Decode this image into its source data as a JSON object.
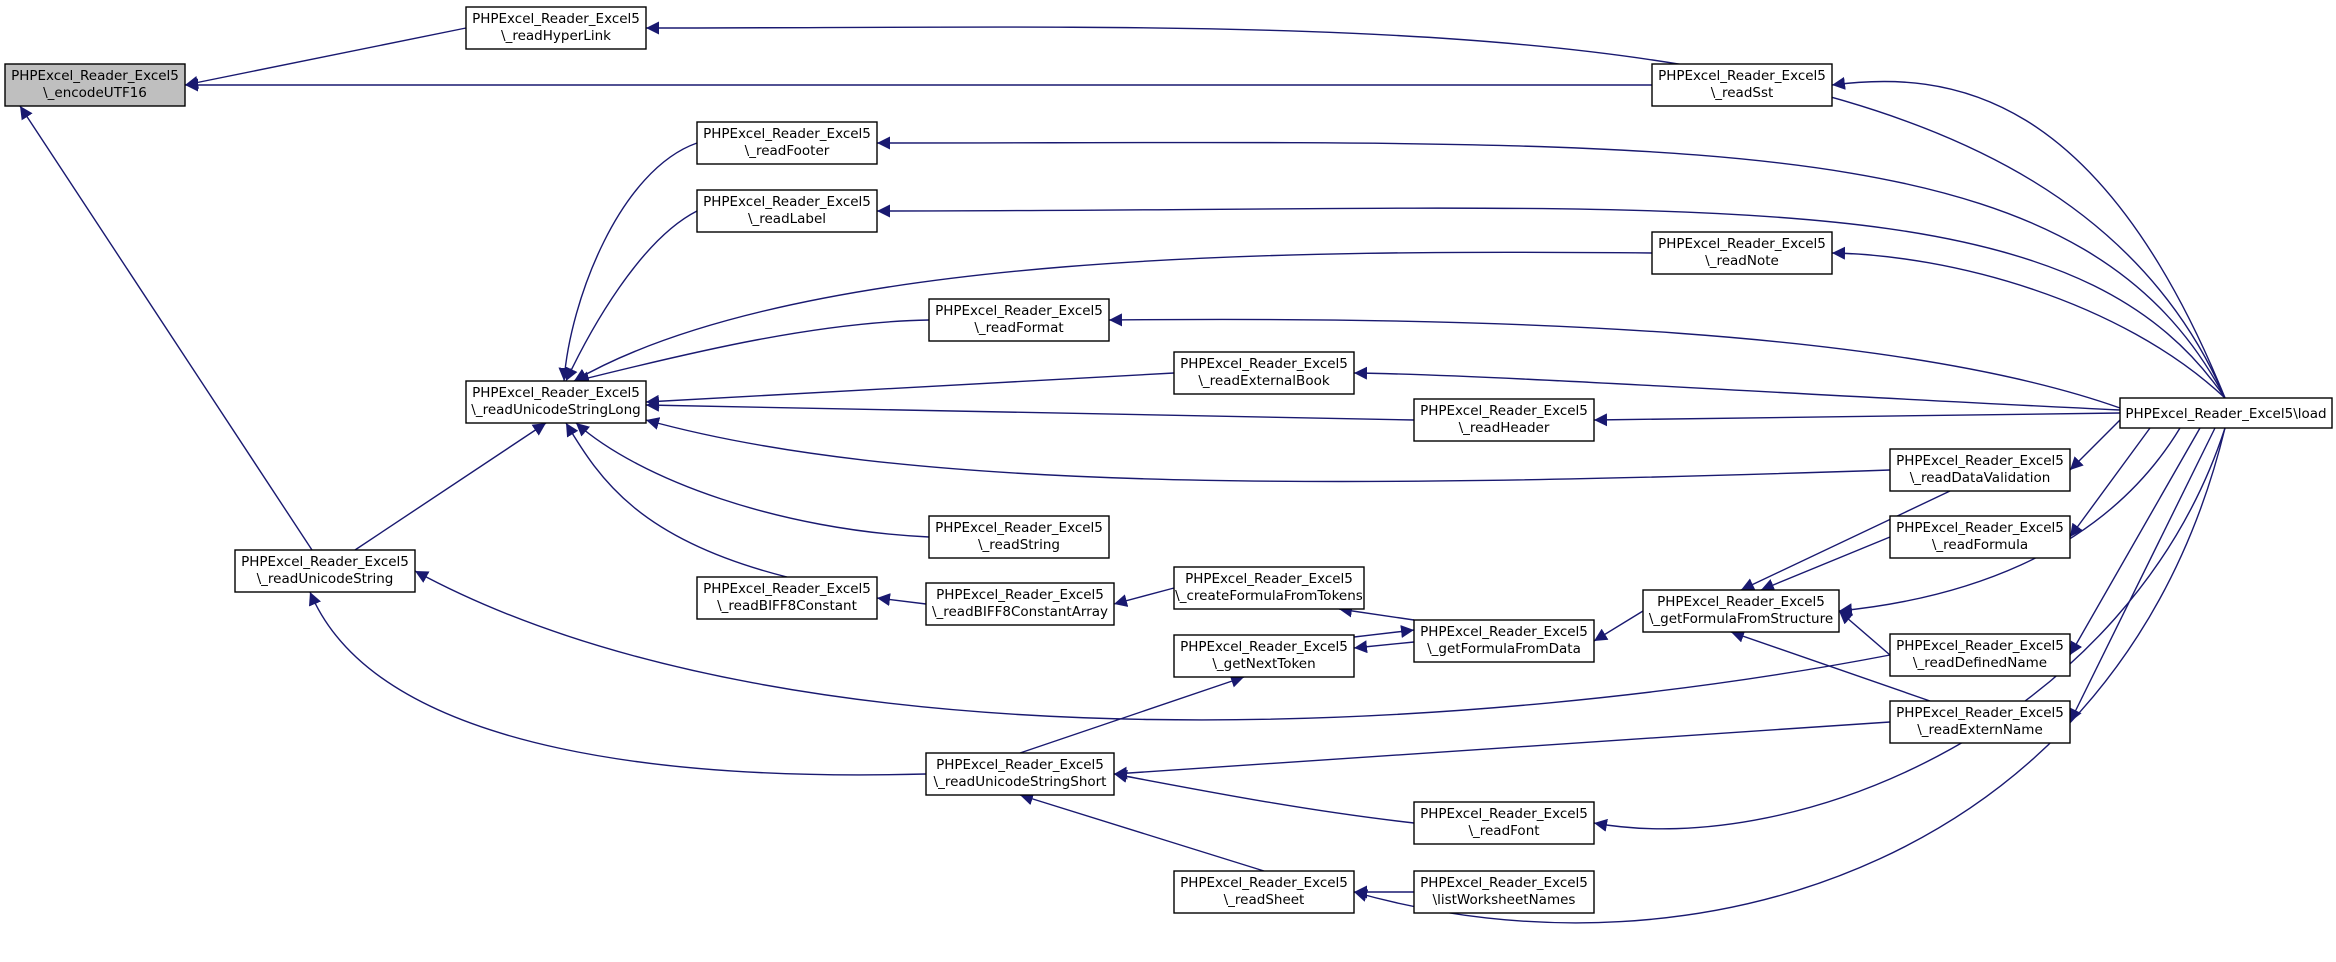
{
  "diagram": {
    "nodes": [
      {
        "id": "encodeUTF16",
        "lines": [
          "PHPExcel_Reader_Excel5",
          "\\_encodeUTF16"
        ],
        "role": "root"
      },
      {
        "id": "readHyperLink",
        "lines": [
          "PHPExcel_Reader_Excel5",
          "\\_readHyperLink"
        ]
      },
      {
        "id": "readSst",
        "lines": [
          "PHPExcel_Reader_Excel5",
          "\\_readSst"
        ]
      },
      {
        "id": "readFooter",
        "lines": [
          "PHPExcel_Reader_Excel5",
          "\\_readFooter"
        ]
      },
      {
        "id": "readLabel",
        "lines": [
          "PHPExcel_Reader_Excel5",
          "\\_readLabel"
        ]
      },
      {
        "id": "readNote",
        "lines": [
          "PHPExcel_Reader_Excel5",
          "\\_readNote"
        ]
      },
      {
        "id": "readFormat",
        "lines": [
          "PHPExcel_Reader_Excel5",
          "\\_readFormat"
        ]
      },
      {
        "id": "readExternalBook",
        "lines": [
          "PHPExcel_Reader_Excel5",
          "\\_readExternalBook"
        ]
      },
      {
        "id": "readUnicodeStringLong",
        "lines": [
          "PHPExcel_Reader_Excel5",
          "\\_readUnicodeStringLong"
        ]
      },
      {
        "id": "readHeader",
        "lines": [
          "PHPExcel_Reader_Excel5",
          "\\_readHeader"
        ]
      },
      {
        "id": "load",
        "lines": [
          "PHPExcel_Reader_Excel5\\load"
        ]
      },
      {
        "id": "readDataValidation",
        "lines": [
          "PHPExcel_Reader_Excel5",
          "\\_readDataValidation"
        ]
      },
      {
        "id": "readString",
        "lines": [
          "PHPExcel_Reader_Excel5",
          "\\_readString"
        ]
      },
      {
        "id": "readFormula",
        "lines": [
          "PHPExcel_Reader_Excel5",
          "\\_readFormula"
        ]
      },
      {
        "id": "readUnicodeString",
        "lines": [
          "PHPExcel_Reader_Excel5",
          "\\_readUnicodeString"
        ]
      },
      {
        "id": "createFormulaFromTokens",
        "lines": [
          "PHPExcel_Reader_Excel5",
          "\\_createFormulaFromTokens"
        ]
      },
      {
        "id": "readBIFF8Constant",
        "lines": [
          "PHPExcel_Reader_Excel5",
          "\\_readBIFF8Constant"
        ]
      },
      {
        "id": "readBIFF8ConstantArray",
        "lines": [
          "PHPExcel_Reader_Excel5",
          "\\_readBIFF8ConstantArray"
        ]
      },
      {
        "id": "getFormulaFromStructure",
        "lines": [
          "PHPExcel_Reader_Excel5",
          "\\_getFormulaFromStructure"
        ]
      },
      {
        "id": "getFormulaFromData",
        "lines": [
          "PHPExcel_Reader_Excel5",
          "\\_getFormulaFromData"
        ]
      },
      {
        "id": "getNextToken",
        "lines": [
          "PHPExcel_Reader_Excel5",
          "\\_getNextToken"
        ]
      },
      {
        "id": "readDefinedName",
        "lines": [
          "PHPExcel_Reader_Excel5",
          "\\_readDefinedName"
        ]
      },
      {
        "id": "readExternName",
        "lines": [
          "PHPExcel_Reader_Excel5",
          "\\_readExternName"
        ]
      },
      {
        "id": "readUnicodeStringShort",
        "lines": [
          "PHPExcel_Reader_Excel5",
          "\\_readUnicodeStringShort"
        ]
      },
      {
        "id": "readFont",
        "lines": [
          "PHPExcel_Reader_Excel5",
          "\\_readFont"
        ]
      },
      {
        "id": "readSheet",
        "lines": [
          "PHPExcel_Reader_Excel5",
          "\\_readSheet"
        ]
      },
      {
        "id": "listWorksheetNames",
        "lines": [
          "PHPExcel_Reader_Excel5",
          "\\listWorksheetNames"
        ]
      }
    ],
    "colors": {
      "edge": "#191970",
      "border": "#000000",
      "root_fill": "#bfbfbf",
      "node_fill": "#ffffff"
    }
  }
}
